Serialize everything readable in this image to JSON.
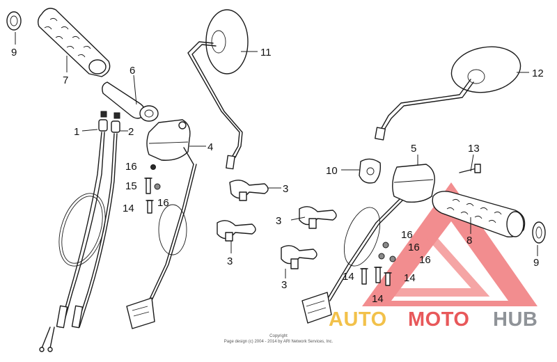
{
  "callouts": {
    "c1": "1",
    "c2": "2",
    "c3a": "3",
    "c3b": "3",
    "c3c": "3",
    "c3d": "3",
    "c4": "4",
    "c5": "5",
    "c6": "6",
    "c7": "7",
    "c8": "8",
    "c9a": "9",
    "c9b": "9",
    "c10": "10",
    "c11": "11",
    "c12": "12",
    "c13": "13",
    "c14a": "14",
    "c14b": "14",
    "c14c": "14",
    "c14d": "14",
    "c15": "15",
    "c16a": "16",
    "c16b": "16",
    "c16c": "16",
    "c16d": "16",
    "c16e": "16"
  },
  "copyright": {
    "line1": "Copyright",
    "line2": "Page design (c) 2004 - 2014 by ARI Network Services, Inc."
  },
  "watermark": {
    "part1": "AUTO",
    "part2": "MOTO",
    "part3": "HUB",
    "colors": {
      "accent1": "#f2c14a",
      "accent2": "#e8585a",
      "neutral": "#8f9398"
    }
  }
}
